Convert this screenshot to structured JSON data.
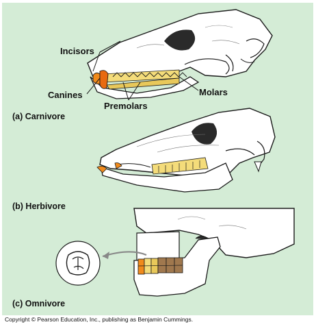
{
  "panels": {
    "carnivore": {
      "caption": "(a) Carnivore",
      "labels": {
        "incisors": "Incisors",
        "canines": "Canines",
        "premolars": "Premolars",
        "molars": "Molars"
      }
    },
    "herbivore": {
      "caption": "(b) Herbivore"
    },
    "omnivore": {
      "caption": "(c) Omnivore"
    }
  },
  "copyright": "Copyright © Pearson Education, Inc., publishing as Benjamin Cummings.",
  "colors": {
    "background": "#d4ecd6",
    "bone": "#ffffff",
    "outline": "#1a1a1a",
    "incisor": "#f08a1c",
    "canine": "#e86a10",
    "premolar": "#f4dc7a",
    "molar": "#e8c85a",
    "omnivore_molar": "#a0784e"
  }
}
